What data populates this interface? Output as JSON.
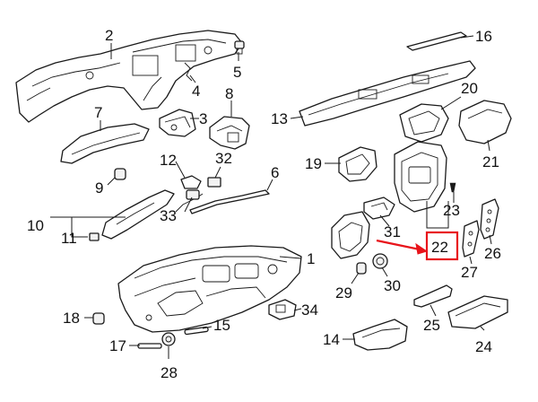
{
  "callouts": {
    "c1": "1",
    "c2": "2",
    "c3": "3",
    "c4": "4",
    "c5": "5",
    "c6": "6",
    "c7": "7",
    "c8": "8",
    "c9": "9",
    "c10": "10",
    "c11": "11",
    "c12": "12",
    "c13": "13",
    "c14": "14",
    "c15": "15",
    "c16": "16",
    "c17": "17",
    "c18": "18",
    "c19": "19",
    "c20": "20",
    "c21": "21",
    "c22": "22",
    "c23": "23",
    "c24": "24",
    "c25": "25",
    "c26": "26",
    "c27": "27",
    "c28": "28",
    "c29": "29",
    "c30": "30",
    "c31": "31",
    "c32": "32",
    "c33": "33",
    "c34": "34"
  },
  "highlight": {
    "callout": "22",
    "color": "#e8141b"
  },
  "colors": {
    "line": "#1a1a1a",
    "background": "#ffffff"
  }
}
